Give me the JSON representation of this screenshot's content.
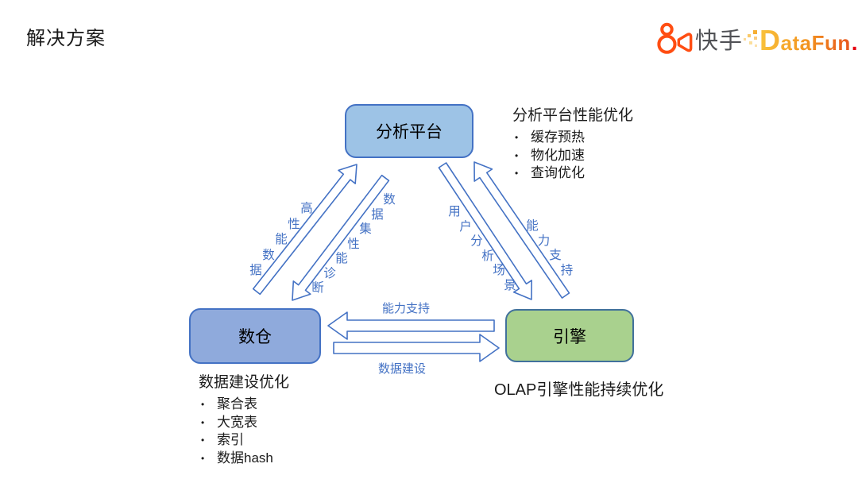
{
  "slide": {
    "title": "解决方案"
  },
  "logos": {
    "kuaishou": {
      "text": "快手"
    },
    "datafun": {
      "text": "DataFun",
      "dot": "."
    }
  },
  "nodes": {
    "platform": {
      "label": "分析平台",
      "fill": "#9DC3E6",
      "border": "#4472C4"
    },
    "warehouse": {
      "label": "数仓",
      "fill": "#8FAADC",
      "border": "#4472C4"
    },
    "engine": {
      "label": "引擎",
      "fill": "#A9D18E",
      "border": "#41719C"
    }
  },
  "edges": {
    "warehouse_to_platform": "高性能数据",
    "platform_to_warehouse": "数据集性能诊断",
    "platform_to_engine": "用户分析场景",
    "engine_to_platform": "能力支持",
    "engine_to_warehouse": "能力支持",
    "warehouse_to_engine": "数据建设"
  },
  "annotations": {
    "platform": {
      "title": "分析平台性能优化",
      "bullets": [
        "缓存预热",
        "物化加速",
        "查询优化"
      ]
    },
    "warehouse": {
      "title": "数据建设优化",
      "bullets": [
        "聚合表",
        "大宽表",
        "索引",
        "数据hash"
      ]
    },
    "engine": {
      "title": "OLAP引擎性能持续优化",
      "bullets": []
    }
  },
  "colors": {
    "arrow_outline": "#4472C4",
    "arrow_fill": "#FFFFFF",
    "edge_label": "#4472C4",
    "kuaishou_orange": "#FF4D12",
    "kuaishou_text_gray": "#515256",
    "datafun_yellow": "#F9C33C",
    "datafun_orange": "#F2901E",
    "datafun_red": "#E60012"
  }
}
